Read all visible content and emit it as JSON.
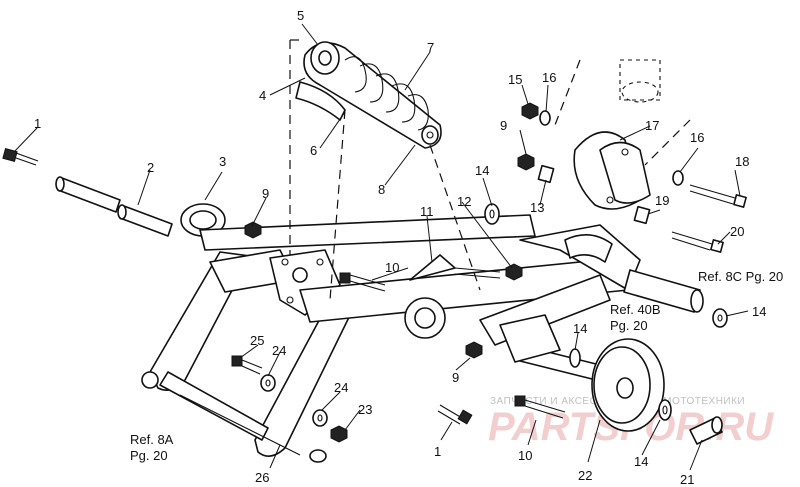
{
  "callouts": {
    "c1a": "1",
    "c2": "2",
    "c3": "3",
    "c4": "4",
    "c5": "5",
    "c6": "6",
    "c7": "7",
    "c8": "8",
    "c9a": "9",
    "c9b": "9",
    "c9c": "9",
    "c10a": "10",
    "c10b": "10",
    "c11": "11",
    "c12": "12",
    "c13": "13",
    "c14a": "14",
    "c14b": "14",
    "c14c": "14",
    "c14d": "14",
    "c15": "15",
    "c16a": "16",
    "c16b": "16",
    "c17": "17",
    "c18": "18",
    "c19": "19",
    "c20": "20",
    "c21": "21",
    "c22": "22",
    "c23": "23",
    "c24a": "24",
    "c24b": "24",
    "c25": "25",
    "c26": "26",
    "c1b": "1"
  },
  "references": {
    "ref8c": "Ref. 8C Pg. 20",
    "ref40b_line1": "Ref. 40B",
    "ref40b_line2": "Pg. 20",
    "ref8a_line1": "Ref. 8A",
    "ref8a_line2": "Pg. 20"
  },
  "watermark": {
    "tagline": "ЗАПЧАСТИ И АКСЕССУАРЫ ДЛЯ МОТОТЕХНИКИ",
    "brand": "PARTSFOR.RU"
  }
}
